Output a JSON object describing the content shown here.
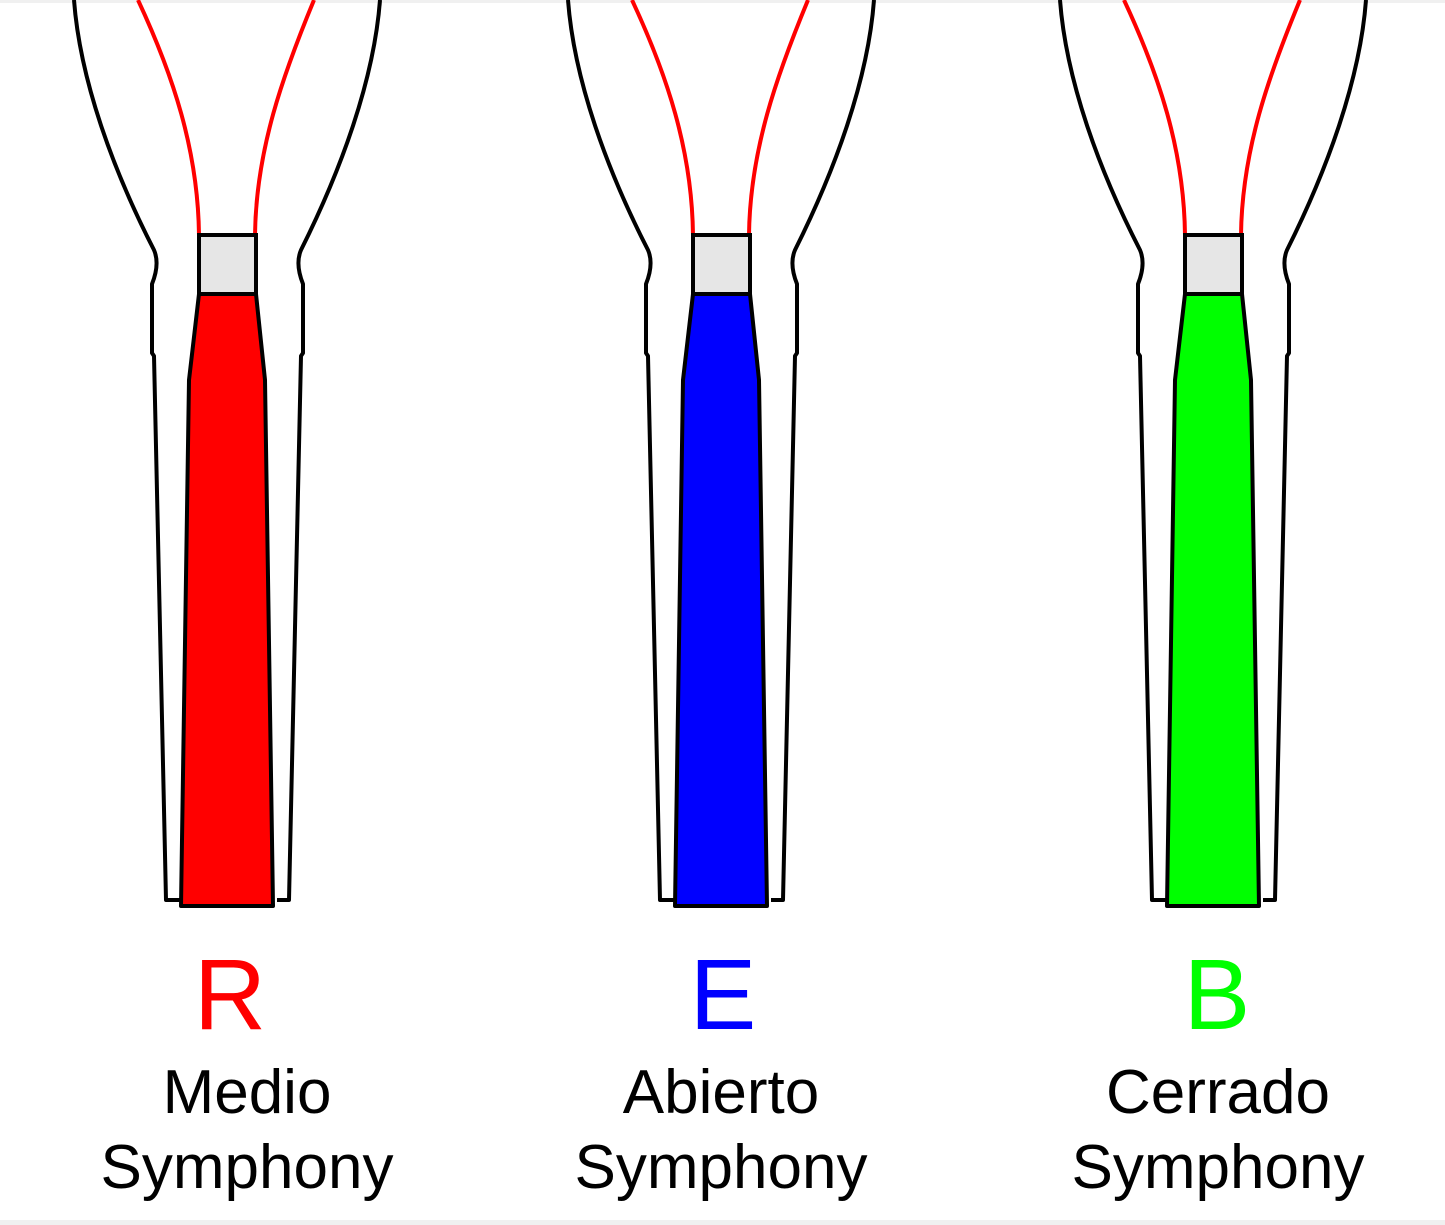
{
  "colors": {
    "outline": "#000000",
    "wire": "#ff0000",
    "sleeve": "#e6e6e6"
  },
  "reeds": [
    {
      "letter": "R",
      "color": "#ff0000",
      "line1": "Medio",
      "line2": "Symphony"
    },
    {
      "letter": "E",
      "color": "#0000ff",
      "line1": "Abierto",
      "line2": "Symphony"
    },
    {
      "letter": "B",
      "color": "#00ff00",
      "line1": "Cerrado",
      "line2": "Symphony"
    }
  ]
}
